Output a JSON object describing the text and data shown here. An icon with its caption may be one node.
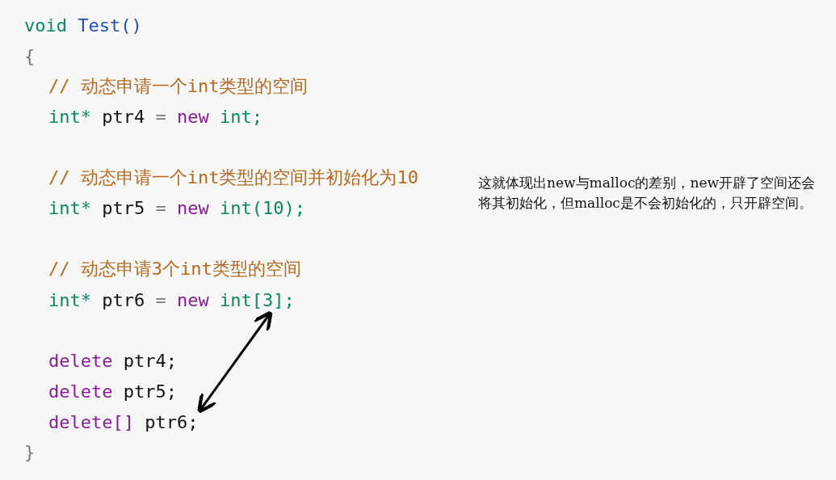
{
  "diagram": {
    "nodes": [
      {
        "text": [
          "int* ptr6 = new int[3];"
        ]
      },
      {
        "text": [
          "delete[] ptr6;"
        ]
      }
    ],
    "edges": [
      {
        "from": 1,
        "to": 0,
        "arrow": "both"
      }
    ],
    "labels": [
      "void Test()",
      "{",
      "// 动态申请一个int类型的空间",
      "int* ptr4 = new int;",
      "// 动态申请一个int类型的空间并初始化为10",
      "int* ptr5 = new int(10);",
      "// 动态申请3个int类型的空间",
      "delete ptr4;",
      "delete ptr5;",
      "}",
      "这就体现出new与malloc的差别，new开辟了空间还会将其初始化，但malloc是不会初始化的，只开辟空间。"
    ]
  }
}
